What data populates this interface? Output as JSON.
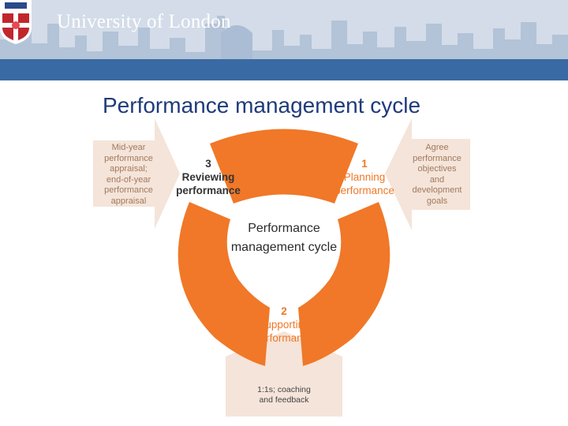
{
  "header": {
    "university_name": "University of London",
    "brand_color": "#3a6aa3"
  },
  "slide": {
    "title": "Performance management cycle",
    "center_label": [
      "Performance",
      "management cycle"
    ],
    "stage_3": {
      "number": "3",
      "lines": [
        "Reviewing",
        "performance"
      ]
    },
    "stage_1": {
      "number": "1",
      "lines": [
        "Planning",
        "performance"
      ]
    },
    "stage_2": {
      "number": "2",
      "lines": [
        "Supporting",
        "performance"
      ]
    },
    "left_note": [
      "Mid-year",
      "performance",
      "appraisal;",
      "end-of-year",
      "performance",
      "appraisal"
    ],
    "right_note": [
      "Agree",
      "performance",
      "objectives",
      "and",
      "development",
      "goals"
    ],
    "bottom_note": [
      "1:1s; coaching",
      "and feedback"
    ],
    "colors": {
      "ring": "#f07828",
      "arrow": "#f5e4d9",
      "title": "#1f3b7a"
    }
  }
}
